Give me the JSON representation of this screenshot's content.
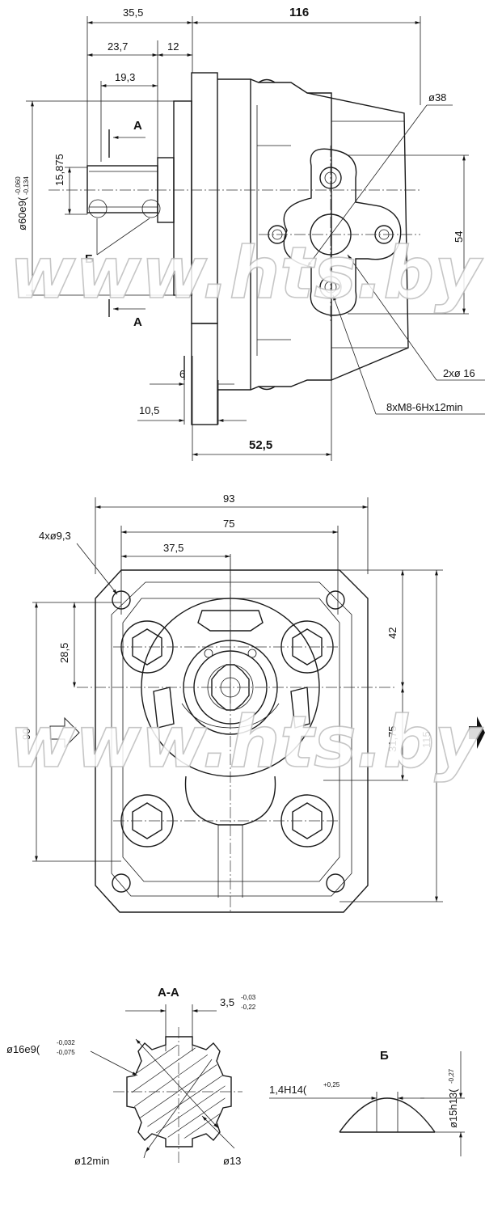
{
  "top_view": {
    "dim_overall_116": "116",
    "dim_35_5": "35,5",
    "dim_23_7": "23,7",
    "dim_12": "12",
    "dim_19_3": "19,3",
    "dim_15_875": "15,875",
    "dim_shaft_dia": "ø60e9(",
    "dim_shaft_tol_upper": "-0,060",
    "dim_shaft_tol_lower": "-0,134",
    "section_a_label": "A",
    "detail_b_label": "Б",
    "dim_6": "6",
    "dim_10_5": "10,5",
    "dim_52_5": "52,5",
    "dim_38": "ø38",
    "dim_54": "54",
    "note_2x16": "2xø 16",
    "note_8xm8": "8xM8-6Hx12min"
  },
  "front_view": {
    "dim_93": "93",
    "dim_75": "75",
    "dim_37_5": "37,5",
    "note_4x9_3": "4xø9,3",
    "dim_28_5": "28,5",
    "dim_42": "42",
    "dim_31_75": "31,75",
    "dim_90": "90",
    "dim_115": "115"
  },
  "section_aa": {
    "title": "A-A",
    "dim_3_5": "3,5",
    "dim_3_5_upper": "-0,03",
    "dim_3_5_lower": "-0,22",
    "dim_16e9": "ø16e9(",
    "dim_16e9_upper": "-0,032",
    "dim_16e9_lower": "-0,075",
    "dim_12min": "ø12min",
    "dim_13": "ø13"
  },
  "detail_b": {
    "title": "Б",
    "dim_1_4": "1,4H14(",
    "dim_1_4_tol": "+0,25",
    "dim_15h13": "ø15h13(",
    "dim_15h13_tol": "-0,27"
  },
  "watermark": "www.hts.by"
}
